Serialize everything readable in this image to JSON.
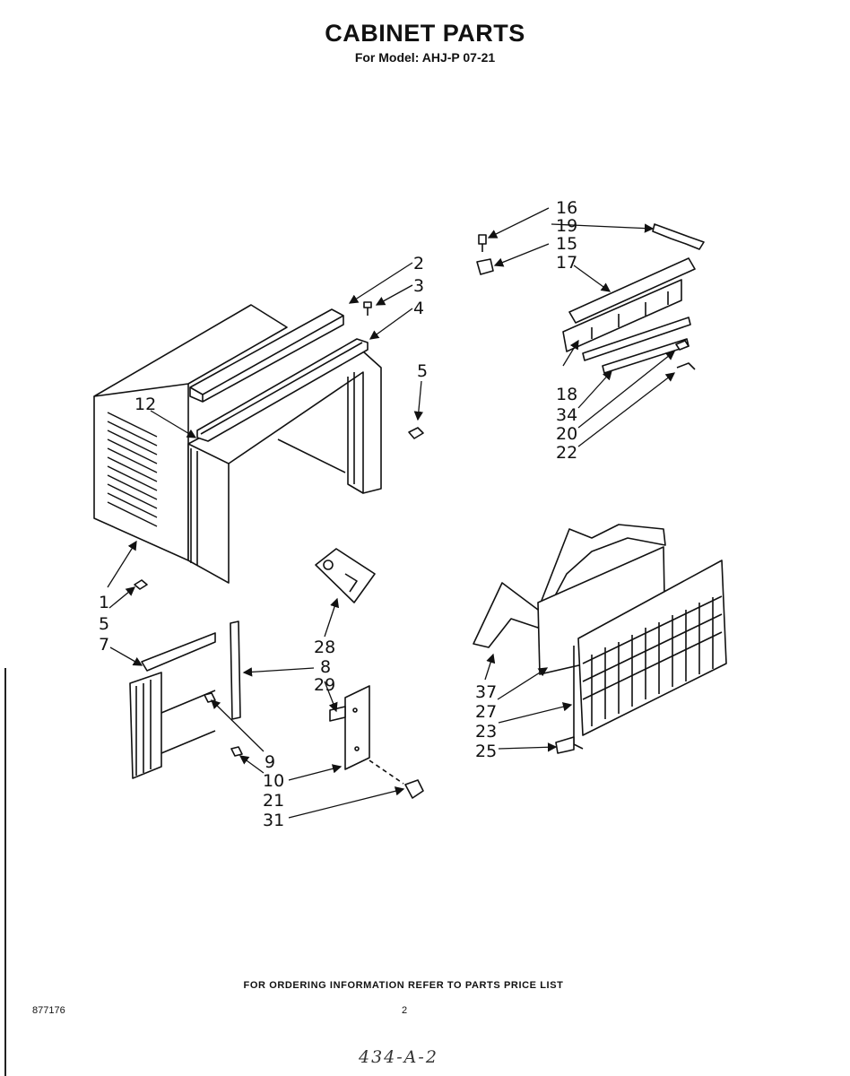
{
  "header": {
    "title": "CABINET PARTS",
    "subtitle": "For Model: AHJ-P 07-21"
  },
  "callouts": {
    "c1": "1",
    "c2": "2",
    "c3": "3",
    "c4": "4",
    "c5a": "5",
    "c5b": "5",
    "c7": "7",
    "c8": "8",
    "c9": "9",
    "c10": "10",
    "c12": "12",
    "c15": "15",
    "c16": "16",
    "c17": "17",
    "c18": "18",
    "c19": "19",
    "c20": "20",
    "c21": "21",
    "c22": "22",
    "c23": "23",
    "c25": "25",
    "c27": "27",
    "c28": "28",
    "c29": "29",
    "c31": "31",
    "c34": "34",
    "c37": "37"
  },
  "footer": {
    "ordering_note": "FOR ORDERING INFORMATION REFER TO PARTS PRICE LIST",
    "document_number": "877176",
    "page_number": "2",
    "handwritten_note": "434-A-2"
  }
}
